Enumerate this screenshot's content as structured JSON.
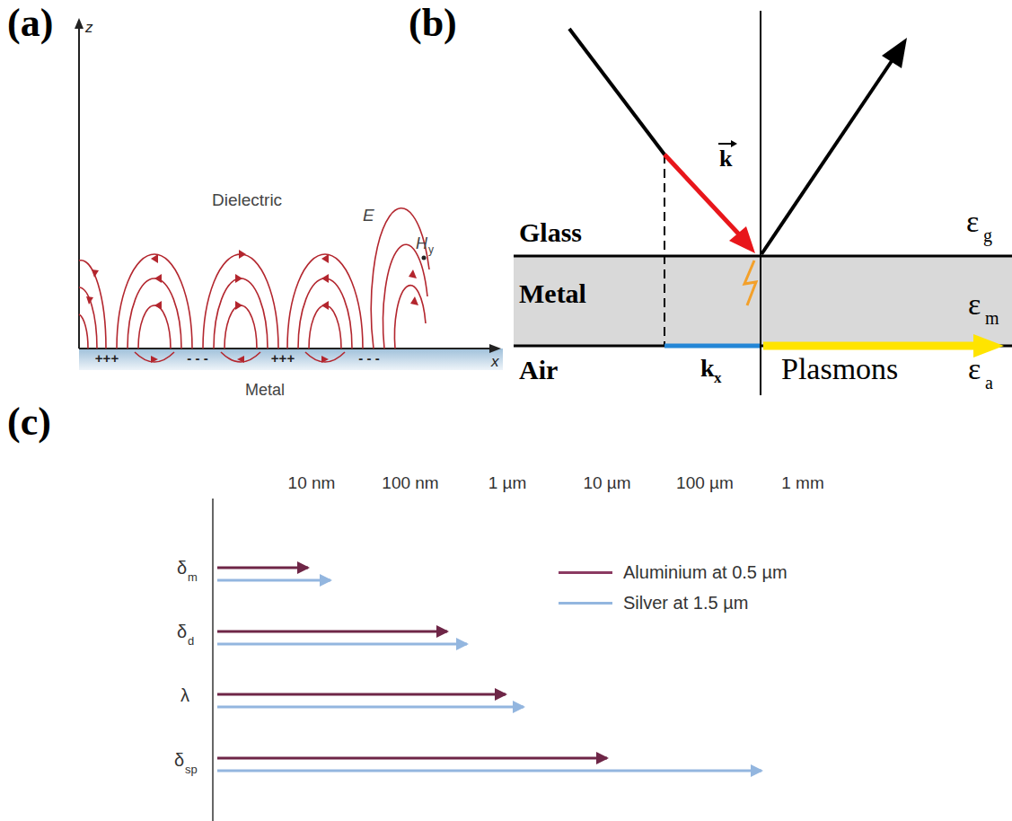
{
  "diagram": {
    "labels": [
      "(a)",
      "z",
      "Dielectric",
      "E",
      "H",
      "y",
      "+++",
      "- - -",
      "+++",
      "- - -",
      "x",
      "Metal",
      "(b)",
      "k",
      "Glass",
      "ε",
      "g",
      "Metal",
      "ε",
      "m",
      "Air",
      "k",
      "x",
      "Plasmons",
      "ε",
      "a",
      "(c)",
      "10 nm",
      "100 nm",
      "1 µm",
      "10 µm",
      "100 µm",
      "1 mm",
      "δ",
      "m",
      "δ",
      "d",
      "λ",
      "δ",
      "sp"
    ],
    "legend": [
      {
        "text": "Aluminium at 0.5 µm",
        "color": "#8b3a62"
      },
      {
        "text": "Silver at 1.5 µm",
        "color": "#93b6df"
      }
    ]
  }
}
